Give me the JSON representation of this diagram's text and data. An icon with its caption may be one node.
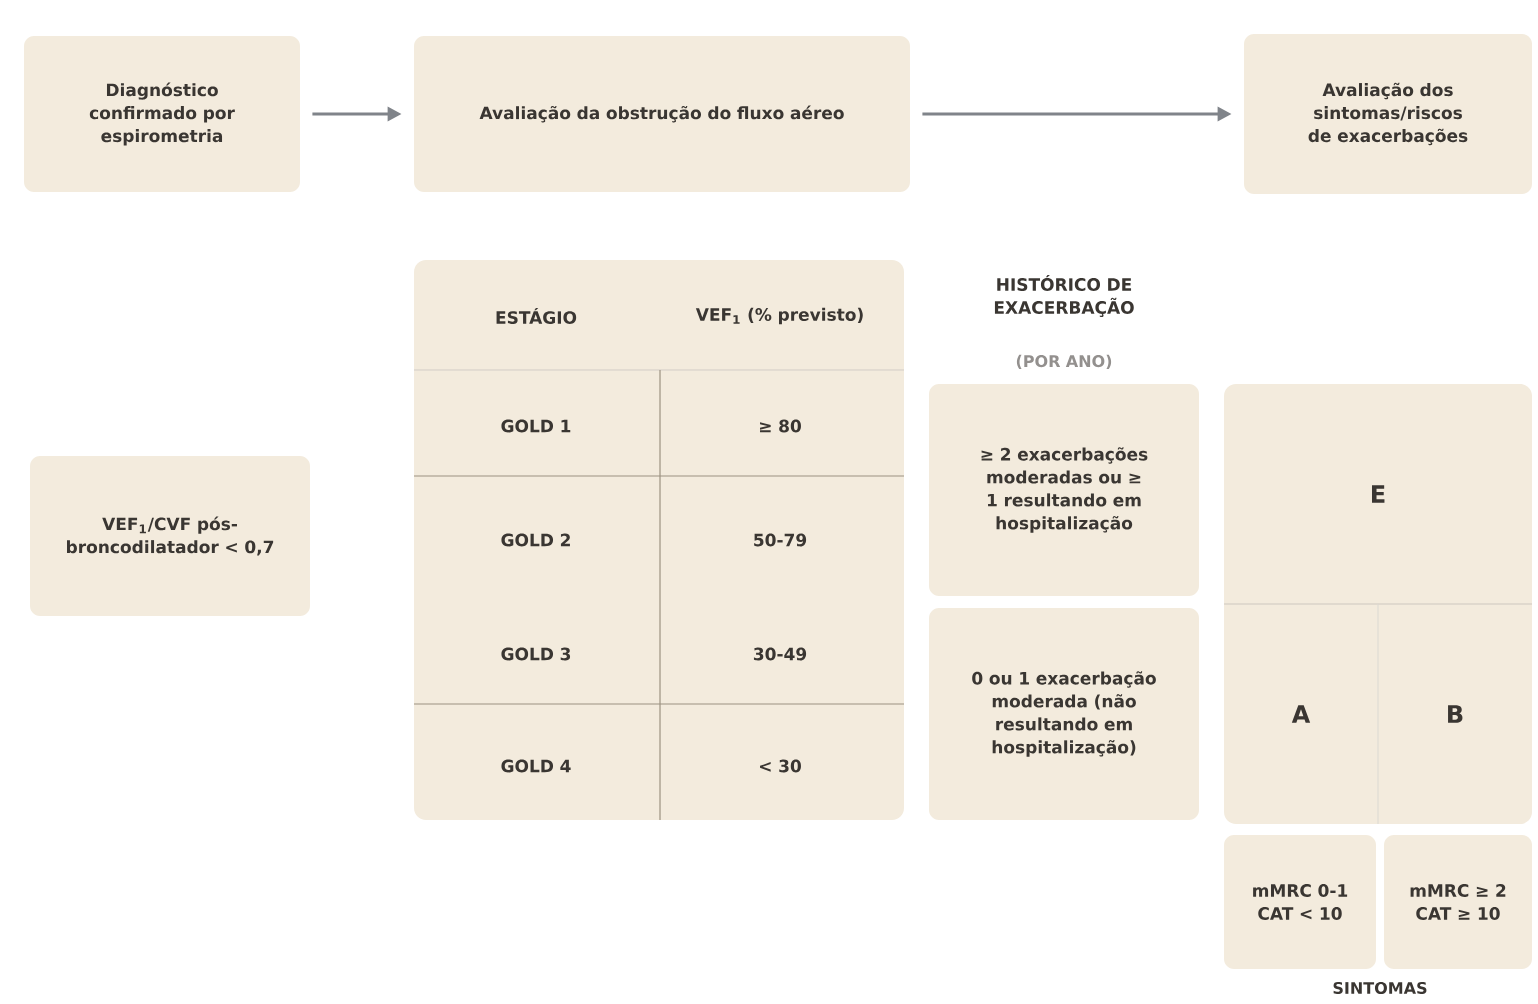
{
  "diagram": {
    "nodes": [
      {
        "text": [
          "Diagnóstico confirmado por espirometria"
        ]
      },
      {
        "text": [
          "Avaliação da obstrução do fluxo aéreo"
        ]
      },
      {
        "text": [
          "Avaliação dos sintomas/riscos de exacerbações"
        ]
      },
      {
        "text": [
          "VEF$_{1}$/CVF pós-broncodilatador < 0,7"
        ]
      },
      {
        "text": [
          "ESTÁGIO",
          "VEF$_{1}$ (% previsto)",
          "GOLD 1",
          "≥ 80",
          "GOLD 2",
          "50-79",
          "GOLD 3",
          "30-49",
          "GOLD 4",
          "< 30"
        ]
      },
      {
        "text": [
          "≥ 2 exacerbações moderadas ou ≥ 1 resultando em hospitalização"
        ]
      },
      {
        "text": [
          "0 ou 1 exacerbação moderada (não resultando em hospitalização)"
        ]
      },
      {
        "text": [
          "E"
        ]
      },
      {
        "text": [
          "A"
        ]
      },
      {
        "text": [
          "B"
        ]
      },
      {
        "text": [
          "mMRC 0-1 CAT < 10"
        ]
      },
      {
        "text": [
          "mMRC ≥ 2 CAT ≥ 10"
        ]
      }
    ],
    "edges": [
      {
        "from": 0,
        "to": 1,
        "arrow": "to"
      },
      {
        "from": 1,
        "to": 2,
        "arrow": "to"
      }
    ],
    "labels": [
      "HISTÓRICO DE EXACERBAÇÃO",
      "(POR ANO)",
      "SINTOMAS"
    ]
  }
}
